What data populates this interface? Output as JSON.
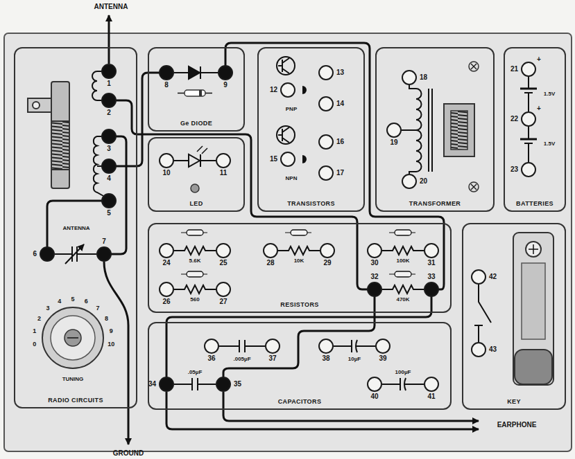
{
  "diagram": {
    "nodes": [
      {
        "text": [
          "RADIO CIRCUITS"
        ]
      },
      {
        "text": [
          "1"
        ],
        "in": 0
      },
      {
        "text": [
          "2"
        ],
        "in": 0
      },
      {
        "text": [
          "3"
        ],
        "in": 0
      },
      {
        "text": [
          "4"
        ],
        "in": 0
      },
      {
        "text": [
          "5"
        ],
        "in": 0
      },
      {
        "text": [
          "6"
        ],
        "in": 0
      },
      {
        "text": [
          "7"
        ],
        "in": 0
      },
      {
        "text": [
          "Ge DIODE"
        ]
      },
      {
        "text": [
          "8"
        ],
        "in": 8
      },
      {
        "text": [
          "9"
        ],
        "in": 8
      },
      {
        "text": [
          "LED"
        ]
      },
      {
        "text": [
          "10"
        ],
        "in": 11
      },
      {
        "text": [
          "11"
        ],
        "in": 11
      },
      {
        "text": [
          "TRANSISTORS"
        ]
      },
      {
        "text": [
          "12"
        ],
        "in": 14
      },
      {
        "text": [
          "13"
        ],
        "in": 14
      },
      {
        "text": [
          "14"
        ],
        "in": 14
      },
      {
        "text": [
          "15"
        ],
        "in": 14
      },
      {
        "text": [
          "16"
        ],
        "in": 14
      },
      {
        "text": [
          "17"
        ],
        "in": 14
      },
      {
        "text": [
          "TRANSFORMER"
        ]
      },
      {
        "text": [
          "18"
        ],
        "in": 21
      },
      {
        "text": [
          "19"
        ],
        "in": 21
      },
      {
        "text": [
          "20"
        ],
        "in": 21
      },
      {
        "text": [
          "BATTERIES"
        ]
      },
      {
        "text": [
          "21"
        ],
        "in": 25
      },
      {
        "text": [
          "22"
        ],
        "in": 25
      },
      {
        "text": [
          "23"
        ],
        "in": 25
      },
      {
        "text": [
          "RESISTORS"
        ]
      },
      {
        "text": [
          "24"
        ],
        "in": 29
      },
      {
        "text": [
          "25"
        ],
        "in": 29
      },
      {
        "text": [
          "26"
        ],
        "in": 29
      },
      {
        "text": [
          "27"
        ],
        "in": 29
      },
      {
        "text": [
          "28"
        ],
        "in": 29
      },
      {
        "text": [
          "29"
        ],
        "in": 29
      },
      {
        "text": [
          "30"
        ],
        "in": 29
      },
      {
        "text": [
          "31"
        ],
        "in": 29
      },
      {
        "text": [
          "32"
        ],
        "in": 29
      },
      {
        "text": [
          "33"
        ],
        "in": 29
      },
      {
        "text": [
          "CAPACITORS"
        ]
      },
      {
        "text": [
          "34"
        ],
        "in": 40
      },
      {
        "text": [
          "35"
        ],
        "in": 40
      },
      {
        "text": [
          "36"
        ],
        "in": 40
      },
      {
        "text": [
          "37"
        ],
        "in": 40
      },
      {
        "text": [
          "38"
        ],
        "in": 40
      },
      {
        "text": [
          "39"
        ],
        "in": 40
      },
      {
        "text": [
          "40"
        ],
        "in": 40
      },
      {
        "text": [
          "41"
        ],
        "in": 40
      },
      {
        "text": [
          "KEY"
        ]
      },
      {
        "text": [
          "42"
        ],
        "in": 49
      },
      {
        "text": [
          "43"
        ],
        "in": 49
      }
    ],
    "edges": [
      {
        "from": 2,
        "to": 38,
        "arrow": "none"
      },
      {
        "from": 3,
        "to": 7,
        "arrow": "none"
      },
      {
        "from": 5,
        "to": 6,
        "arrow": "none"
      },
      {
        "from": 9,
        "to": 4,
        "arrow": "none"
      },
      {
        "from": 10,
        "to": 39,
        "arrow": "none"
      },
      {
        "from": 39,
        "to": 41,
        "arrow": "none"
      },
      {
        "from": 38,
        "to": 42,
        "arrow": "none"
      }
    ],
    "labels": [
      "ANTENNA",
      "ANTENNA",
      "GROUND",
      "EARPHONE",
      "TUNING",
      "0",
      "1",
      "2",
      "3",
      "4",
      "5",
      "6",
      "7",
      "8",
      "9",
      "10",
      "PNP",
      "NPN",
      "+",
      "1.5V",
      "+",
      "1.5V",
      "5.6K",
      "10K",
      "100K",
      "560",
      "470K",
      ".005µF",
      "10µF",
      ".05µF",
      "100µF"
    ]
  }
}
